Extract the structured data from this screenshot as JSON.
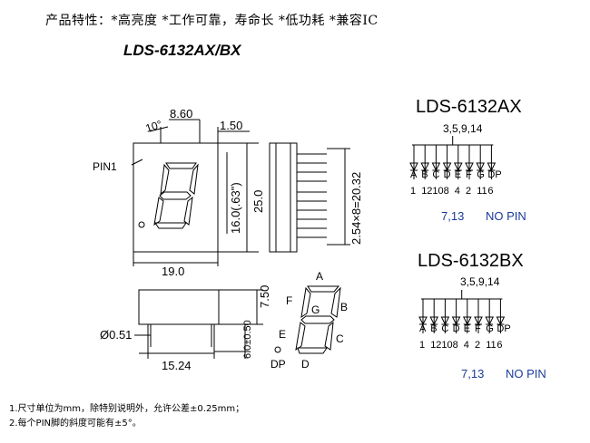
{
  "header": {
    "features": "产品特性：*高亮度 *工作可靠，寿命长 *低功耗 *兼容IC",
    "model_title": "LDS-6132AX/BX"
  },
  "front_view": {
    "pin1_label": "PIN1",
    "dim_top_small": "10°",
    "dim_top_860": "8.60",
    "dim_top_150": "1.50",
    "dim_height_160": "16.0(.63\")",
    "dim_height_250": "25.0",
    "dim_width_190": "19.0"
  },
  "side_view": {
    "dim_pitch": "2.54×8=20.32"
  },
  "bottom_view": {
    "dim_750": "7.50",
    "dim_pin_dia": "Ø0.51",
    "dim_1524": "15.24",
    "dim_600": "6.0±0.50"
  },
  "segment_diagram": {
    "labels": {
      "a": "A",
      "b": "B",
      "c": "C",
      "d": "D",
      "e": "E",
      "f": "F",
      "g": "G",
      "dp": "DP"
    }
  },
  "circuit_ax": {
    "title": "LDS-6132AX",
    "common_pins": "3,5,9,14",
    "segments": [
      "A",
      "B",
      "C",
      "D",
      "E",
      "F",
      "G",
      "DP"
    ],
    "pins": [
      "1",
      "12",
      "10",
      "8",
      "4",
      "2",
      "11",
      "6"
    ],
    "nc_pins": "7,13",
    "nc_label": "NO PIN"
  },
  "circuit_bx": {
    "title": "LDS-6132BX",
    "common_pins": "3,5,9,14",
    "segments": [
      "A",
      "B",
      "C",
      "D",
      "E",
      "F",
      "G",
      "DP"
    ],
    "pins": [
      "1",
      "12",
      "10",
      "8",
      "4",
      "2",
      "11",
      "6"
    ],
    "nc_pins": "7,13",
    "nc_label": "NO PIN"
  },
  "notes": [
    "1.尺寸单位为mm，除特别说明外，允许公差±0.25mm；",
    "2.每个PIN脚的斜度可能有±5°。"
  ]
}
